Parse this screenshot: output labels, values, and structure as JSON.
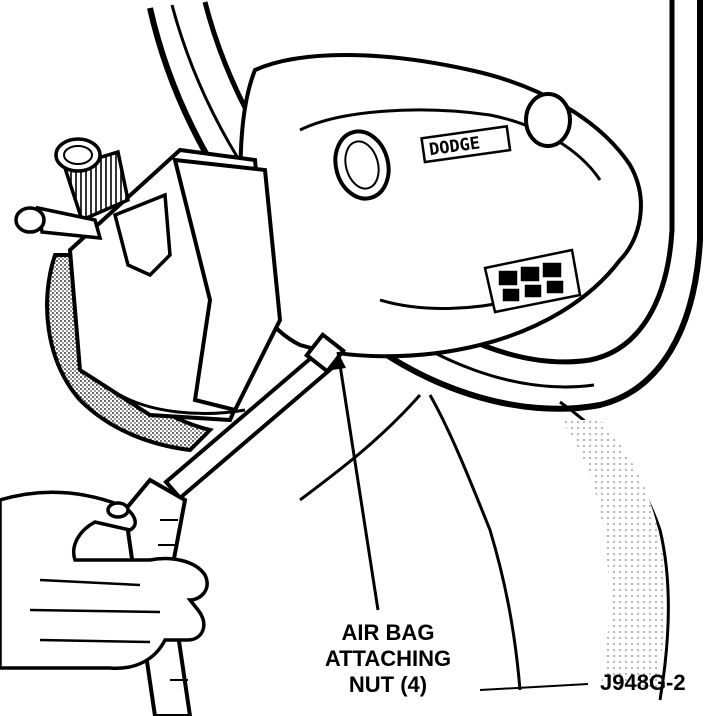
{
  "diagram": {
    "callout": {
      "line1": "AIR BAG",
      "line2": "ATTACHING",
      "line3": "NUT (4)"
    },
    "brand_badge": "DODGE",
    "figure_id": "J948G-2",
    "colors": {
      "ink": "#000000",
      "paper": "#ffffff"
    }
  }
}
